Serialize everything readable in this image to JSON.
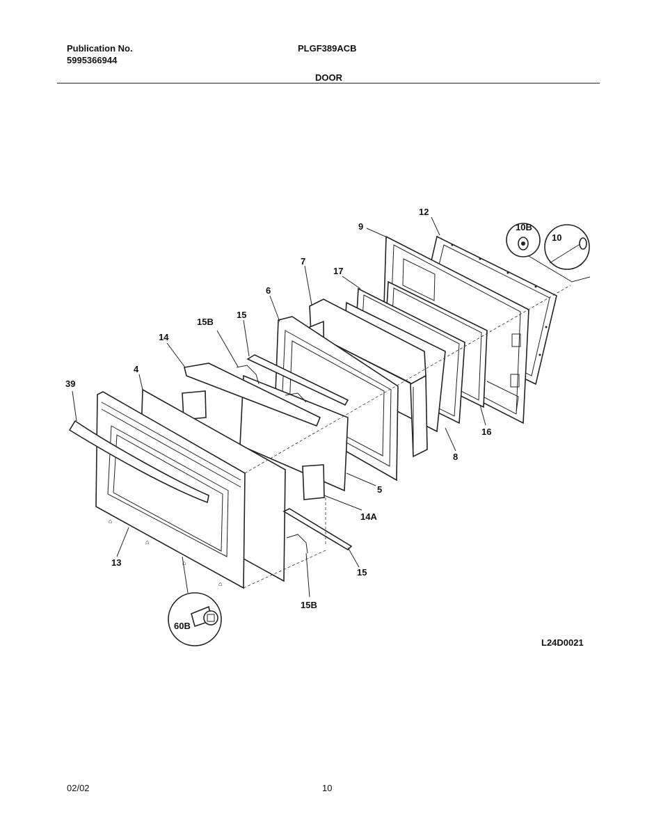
{
  "header": {
    "publication_label": "Publication No.",
    "publication_number": "5995366944",
    "model": "PLGF389ACB",
    "section": "DOOR"
  },
  "diagram": {
    "callouts": {
      "c12": "12",
      "c9": "9",
      "c10B": "10B",
      "c10": "10",
      "c7": "7",
      "c17": "17",
      "c6": "6",
      "c15_top": "15",
      "c15B_top": "15B",
      "c14": "14",
      "c4": "4",
      "c39": "39",
      "c16": "16",
      "c8": "8",
      "c5": "5",
      "c14A": "14A",
      "c13": "13",
      "c15_bottom": "15",
      "c15B_bottom": "15B",
      "c60B": "60B"
    },
    "drawing_code": "L24D0021"
  },
  "footer": {
    "date": "02/02",
    "page": "10"
  }
}
